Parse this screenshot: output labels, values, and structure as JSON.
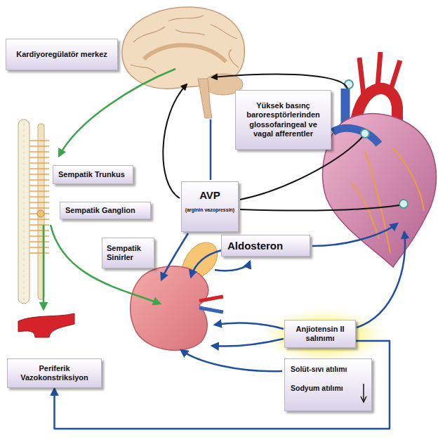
{
  "diagram": {
    "nodes": [
      {
        "text": [
          "Kardiyoregülatör merkez"
        ]
      },
      {
        "text": [
          "Yüksek basınç baroresptörlerinden glossofaringeal ve vagal afferentler"
        ]
      },
      {
        "text": [
          "Sempatik Trunkus"
        ]
      },
      {
        "text": [
          "AVP",
          "(arginin vazopressin)"
        ]
      },
      {
        "text": [
          "Sempatik Ganglion"
        ]
      },
      {
        "text": [
          "Aldosteron"
        ]
      },
      {
        "text": [
          "Sempatik Sinirler"
        ]
      },
      {
        "text": [
          "Anjiotensin II salınımı"
        ]
      },
      {
        "text": [
          "Periferik Vazokonstriksiyon"
        ]
      },
      {
        "text": [
          "Solüt-sıvı atılımı",
          "Sodyum atılımı"
        ]
      }
    ],
    "edges": [
      {
        "from": 7,
        "to": 8,
        "arrow": "to"
      }
    ]
  }
}
